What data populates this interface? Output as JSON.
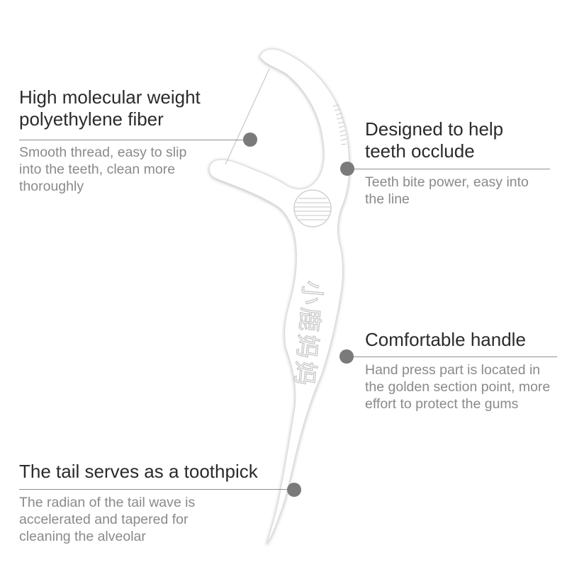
{
  "product": {
    "handle_text": "小鹿妈妈"
  },
  "callouts": {
    "fiber": {
      "title": "High molecular weight polyethylene fiber",
      "desc": "Smooth thread, easy to slip into the teeth, clean more thoroughly"
    },
    "occlude": {
      "title": "Designed to help teeth occlude",
      "desc": "Teeth bite power, easy into the line"
    },
    "handle": {
      "title": "Comfortable handle",
      "desc": "Hand press part is located in the golden section point, more effort to protect the gums"
    },
    "tail": {
      "title": "The tail serves as a toothpick",
      "desc": "The radian of the tail wave is accelerated and tapered for cleaning the alveolar"
    }
  },
  "colors": {
    "background": "#ffffff",
    "title_text": "#2b2b2b",
    "desc_text": "#8a8a8a",
    "marker": "#7a7a7a",
    "rule": "#8e8e8e"
  }
}
